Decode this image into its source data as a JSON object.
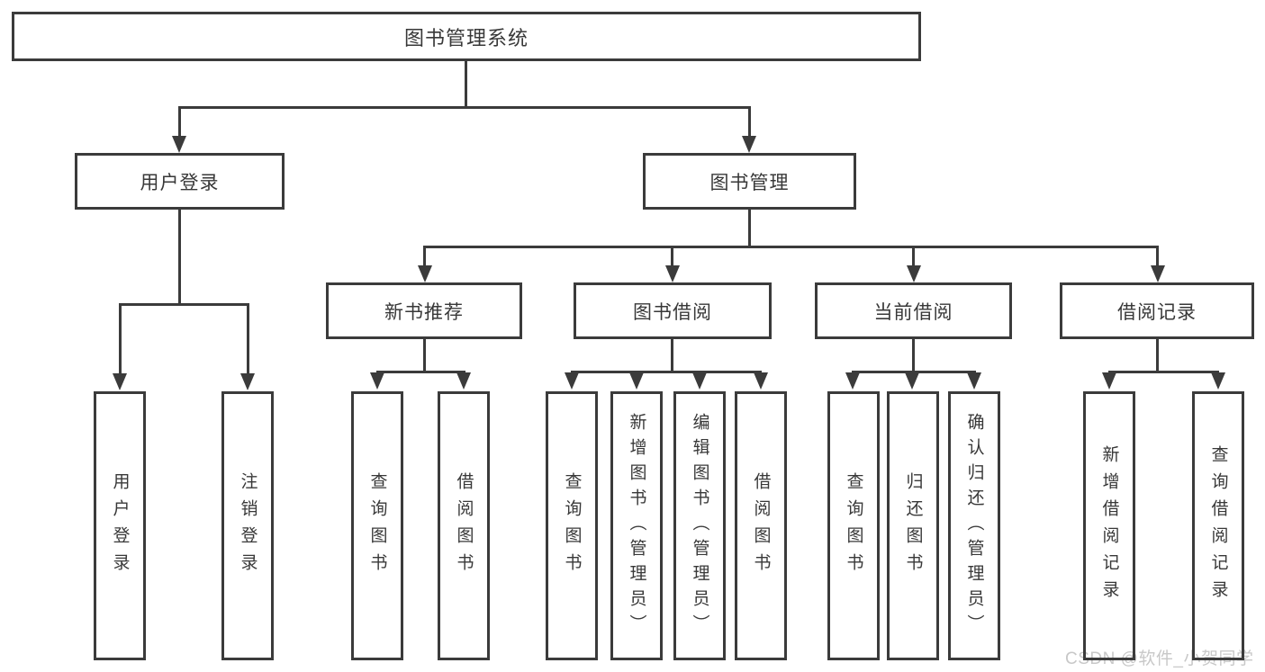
{
  "title": "图书管理系统",
  "colors": {
    "line": "#3b3b3b",
    "border": "#3b3b3b",
    "text": "#383838",
    "background": "#ffffff",
    "watermark": "#c8c8c8"
  },
  "tree": {
    "root": {
      "label": "图书管理系统"
    },
    "branches": [
      {
        "label": "用户登录",
        "children": [
          {
            "label": "用户登录"
          },
          {
            "label": "注销登录"
          }
        ]
      },
      {
        "label": "图书管理",
        "children": [
          {
            "label": "新书推荐",
            "children": [
              {
                "label": "查询图书"
              },
              {
                "label": "借阅图书"
              }
            ]
          },
          {
            "label": "图书借阅",
            "children": [
              {
                "label": "查询图书"
              },
              {
                "label": "新增图书（管理员）"
              },
              {
                "label": "编辑图书（管理员）"
              },
              {
                "label": "借阅图书"
              }
            ]
          },
          {
            "label": "当前借阅",
            "children": [
              {
                "label": "查询图书"
              },
              {
                "label": "归还图书"
              },
              {
                "label": "确认归还（管理员）"
              }
            ]
          },
          {
            "label": "借阅记录",
            "children": [
              {
                "label": "新增借阅记录"
              },
              {
                "label": "查询借阅记录"
              }
            ]
          }
        ]
      }
    ]
  },
  "watermark": "CSDN @软件_小贺同学"
}
